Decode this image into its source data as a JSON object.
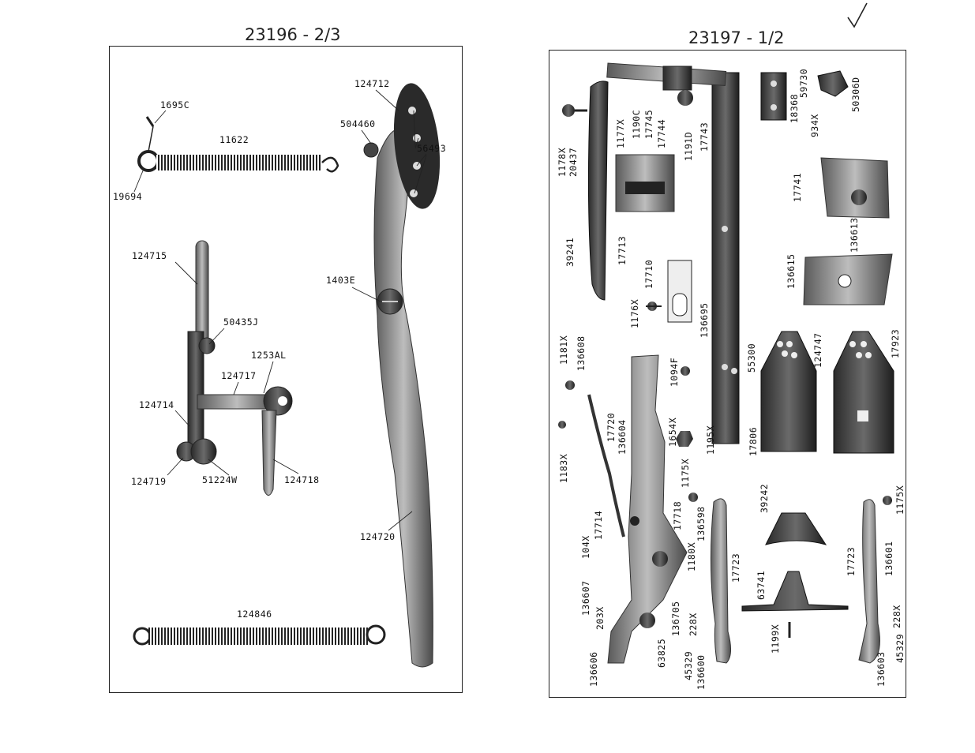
{
  "left_plate": {
    "number": "23196 - 2/3",
    "parts": [
      "1695C",
      "11622",
      "19694",
      "124712",
      "504460",
      "56493",
      "124715",
      "50435J",
      "1403E",
      "1253AL",
      "124717",
      "124714",
      "124719",
      "51224W",
      "124718",
      "124720",
      "124846"
    ]
  },
  "right_plate": {
    "number": "23197 - 1/2",
    "parts": [
      "1178X",
      "20437",
      "1190C",
      "17745",
      "17744",
      "1191D",
      "17743",
      "18368",
      "59730",
      "934X",
      "50306D",
      "1177X",
      "39241",
      "17713",
      "17710",
      "1176X",
      "136695",
      "17741",
      "136613",
      "136615",
      "1181X",
      "136608",
      "17720",
      "136604",
      "1094F",
      "55300",
      "124747",
      "17923",
      "1183X",
      "1654X",
      "1195X",
      "17806",
      "1175X",
      "17714",
      "104X",
      "17718",
      "1180X",
      "136598",
      "136607",
      "203X",
      "63825",
      "136705",
      "228X",
      "136606",
      "45329",
      "136600",
      "17723",
      "39242",
      "63741",
      "1199X",
      "136601",
      "136603"
    ]
  }
}
